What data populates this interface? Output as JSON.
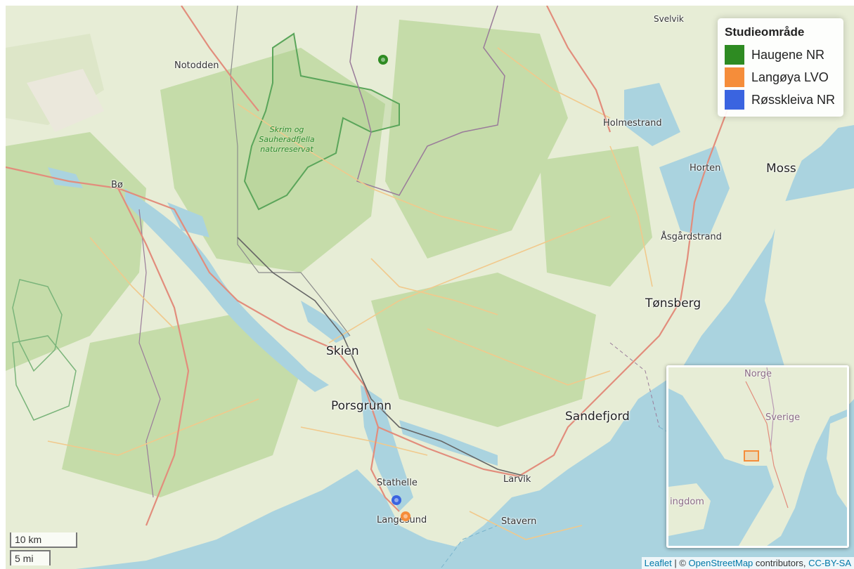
{
  "places": {
    "notodden": "Notodden",
    "svelvik": "Svelvik",
    "holmestrand": "Holmestrand",
    "moss": "Moss",
    "horten": "Horten",
    "bo": "Bø",
    "asgardstrand": "Åsgårdstrand",
    "tonsberg": "Tønsberg",
    "skien": "Skien",
    "porsgrunn": "Porsgrunn",
    "sandefjord": "Sandefjord",
    "larvik": "Larvik",
    "stathelle": "Stathelle",
    "langesund": "Langesund",
    "stavern": "Stavern"
  },
  "reserve_label": [
    "Skrim og",
    "Sauheradfjella",
    "naturreservat"
  ],
  "legend": {
    "title": "Studieområde",
    "items": [
      {
        "label": "Haugene NR",
        "color": "#2e8b22"
      },
      {
        "label": "Langøya LVO",
        "color": "#f58d3a"
      },
      {
        "label": "Røsskleiva NR",
        "color": "#3a64e0"
      }
    ]
  },
  "markers": [
    {
      "name": "Haugene NR",
      "color": "#2e8b22"
    },
    {
      "name": "Røsskleiva NR",
      "color": "#3a64e0"
    },
    {
      "name": "Langøya LVO",
      "color": "#f58d3a"
    }
  ],
  "minimap": {
    "labels": {
      "norge": "Norge",
      "sverige": "Sverige",
      "kingdom": "ingdom"
    }
  },
  "scale": {
    "metric": "10 km",
    "imperial": "5 mi"
  },
  "attribution": {
    "leaflet": "Leaflet",
    "sep": " | © ",
    "osm": "OpenStreetMap",
    "contrib": " contributors, ",
    "license": "CC-BY-SA"
  },
  "colors": {
    "land": "#e4ecd2",
    "forest": "#b5d29a",
    "water": "#aad3df",
    "road_major": "#e3897a",
    "road_minor": "#f3c98d",
    "border": "#9a7c9a"
  }
}
